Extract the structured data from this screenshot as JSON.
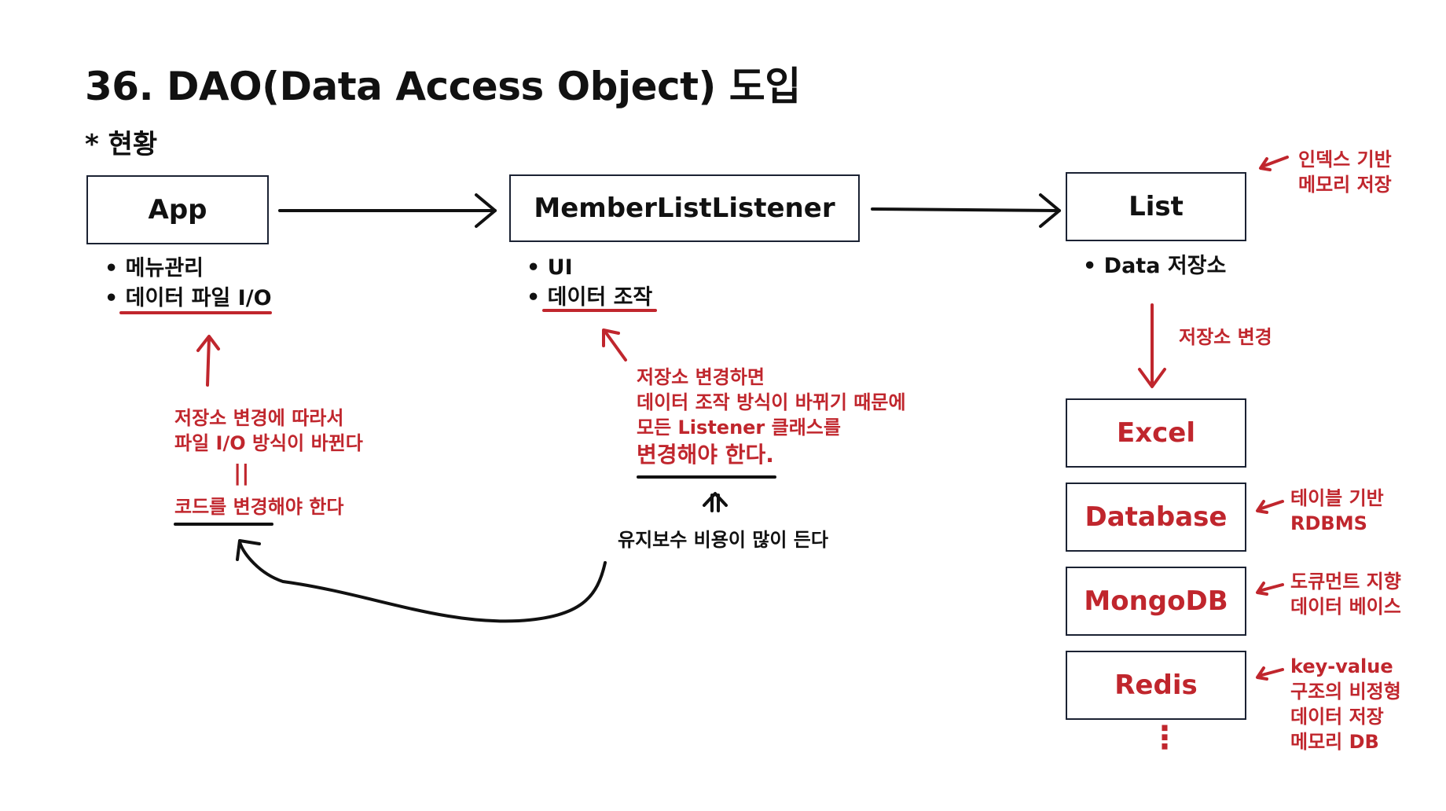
{
  "title": "36. DAO(Data Access Object) 도입",
  "subtitle": "* 현황",
  "nodes": {
    "app": "App",
    "listener": "MemberListListener",
    "list": "List",
    "excel": "Excel",
    "database": "Database",
    "mongodb": "MongoDB",
    "redis": "Redis"
  },
  "app_bullets": [
    "• 메뉴관리",
    "• 데이터 파일 I/O"
  ],
  "listener_bullets": [
    "• UI",
    "• 데이터 조작"
  ],
  "list_bullets": [
    "• Data 저장소"
  ],
  "notes": {
    "list_note": [
      "인덱스 기반",
      "메모리 저장"
    ],
    "change_storage": "저장소 변경",
    "app_note": [
      "저장소 변경에 따라서",
      "파일 I/O 방식이 바뀐다"
    ],
    "equals": "||",
    "app_conclusion": "코드를 변경해야 한다",
    "listener_note": [
      "저장소 변경하면",
      "데이터 조작 방식이 바뀌기 때문에",
      "모든 Listener 클래스를",
      "변경해야 한다."
    ],
    "maintenance": "유지보수 비용이 많이 든다",
    "database_note": [
      "테이블 기반",
      "RDBMS"
    ],
    "mongodb_note": [
      "도큐먼트 지향",
      "데이터 베이스"
    ],
    "redis_note": [
      "key-value",
      "구조의 비정형",
      "데이터 저장",
      "메모리 DB"
    ],
    "ellipsis": "⋮"
  },
  "colors": {
    "accent_red": "#c0262d",
    "ink": "#111111",
    "box_border": "#1b2233"
  }
}
